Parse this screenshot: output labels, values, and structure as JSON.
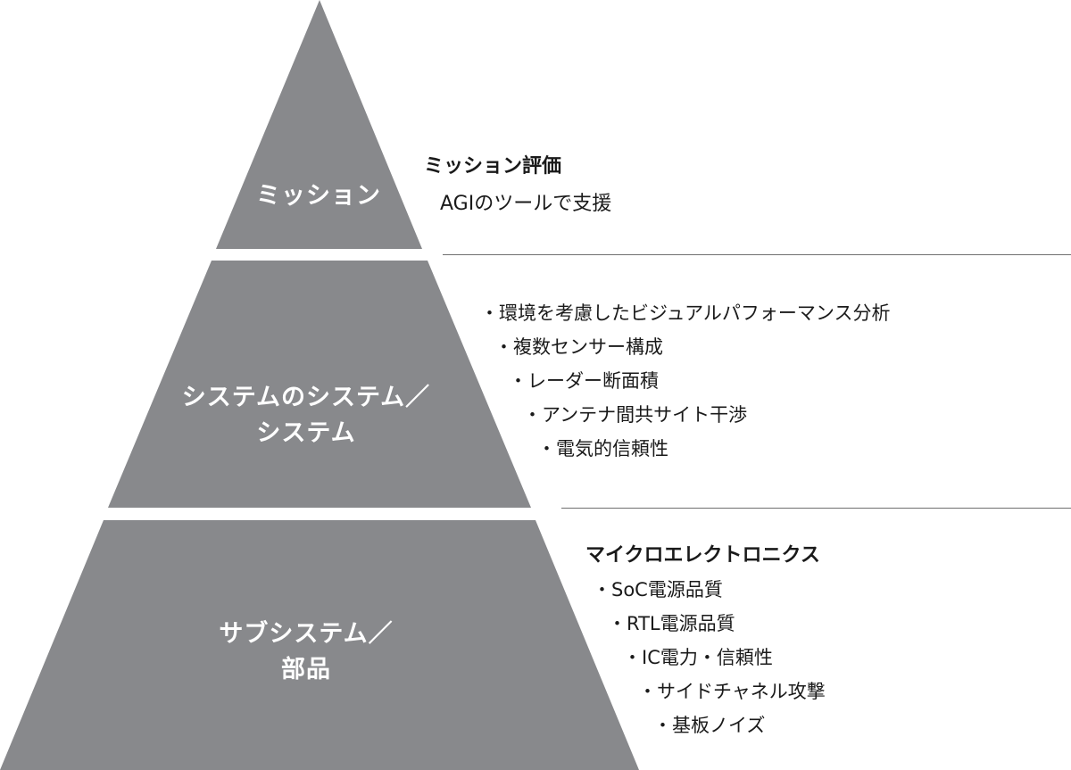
{
  "tiers": [
    {
      "label_lines": [
        "ミッション"
      ],
      "heading": "ミッション評価",
      "subtext": "AGIのツールで支援",
      "items": []
    },
    {
      "label_lines": [
        "システムのシステム／",
        "システム"
      ],
      "heading": "",
      "subtext": "",
      "items": [
        "・環境を考慮したビジュアルパフォーマンス分析",
        "・複数センサー構成",
        "・レーダー断面積",
        "・アンテナ間共サイト干渉",
        "・電気的信頼性"
      ]
    },
    {
      "label_lines": [
        "サブシステム／",
        "部品"
      ],
      "heading": "マイクロエレクトロニクス",
      "subtext": "",
      "items": [
        "・SoC電源品質",
        "・RTL電源品質",
        "・IC電力・信頼性",
        "・サイドチャネル攻撃",
        "・基板ノイズ"
      ]
    }
  ],
  "colors": {
    "tier_fill": "#88898c",
    "label_text": "#ffffff",
    "body_text": "#1a1a1a",
    "divider": "#6f6f6f"
  }
}
